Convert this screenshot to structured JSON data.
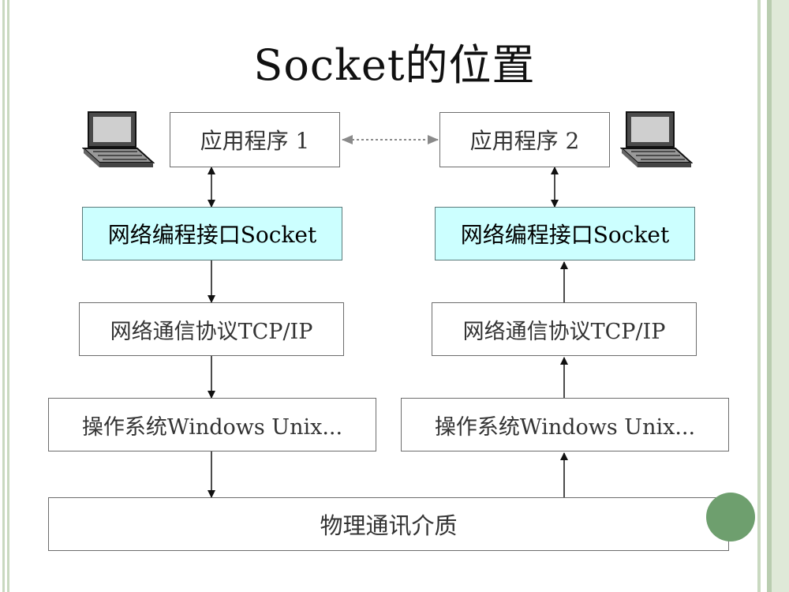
{
  "slide": {
    "title": "Socket的位置",
    "colors": {
      "socket_fill": "#ccffff",
      "accent_circle": "#6e9f6e",
      "frame": "#c9d9c0"
    }
  },
  "left_stack": {
    "app": "应用程序 1",
    "socket": "网络编程接口Socket",
    "protocol": "网络通信协议TCP/IP",
    "os": "操作系统Windows Unix..."
  },
  "right_stack": {
    "app": "应用程序 2",
    "socket": "网络编程接口Socket",
    "protocol": "网络通信协议TCP/IP",
    "os": "操作系统Windows Unix..."
  },
  "medium": "物理通讯介质",
  "icons": [
    "laptop-icon",
    "laptop-icon"
  ]
}
